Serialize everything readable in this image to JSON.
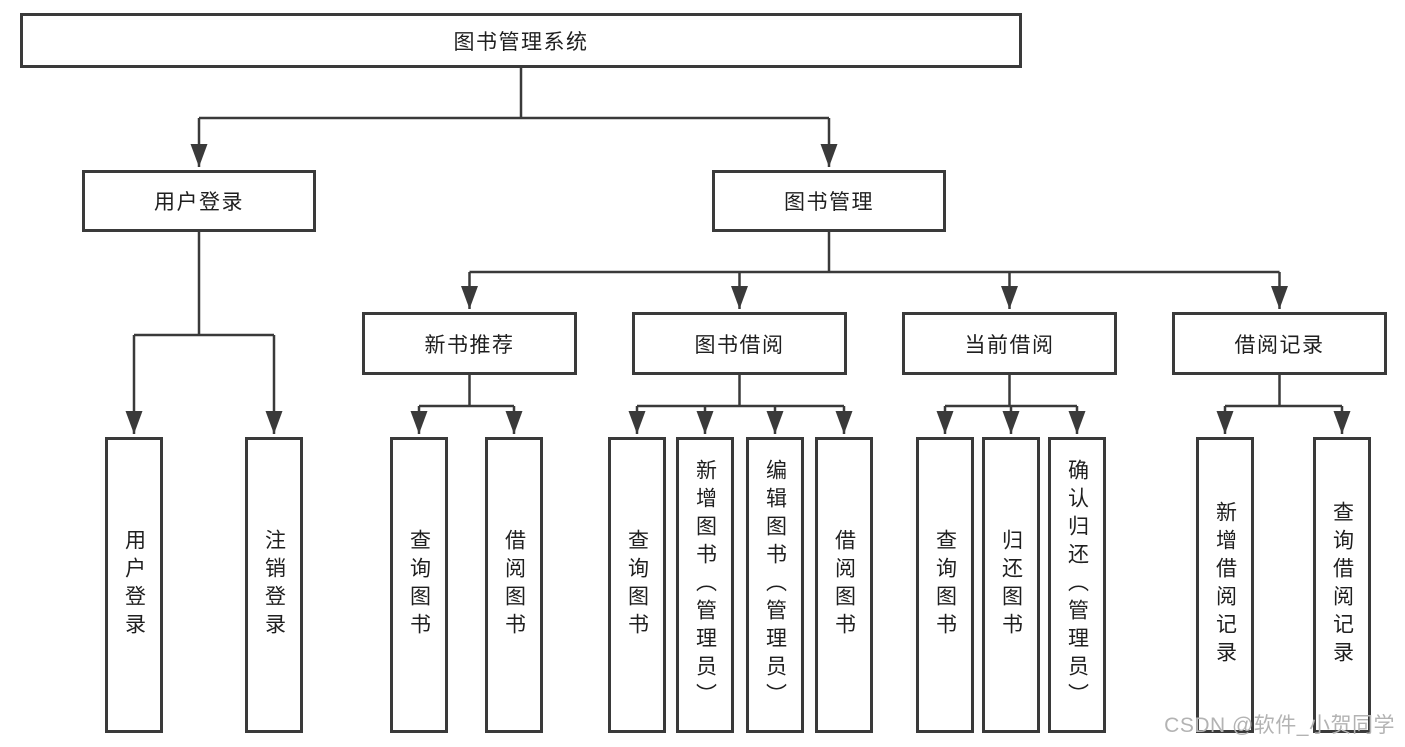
{
  "diagram": {
    "root": {
      "label": "图书管理系统"
    },
    "branches": [
      {
        "label": "用户登录",
        "children": [
          {
            "label": "用户登录"
          },
          {
            "label": "注销登录"
          }
        ]
      },
      {
        "label": "图书管理",
        "groups": [
          {
            "label": "新书推荐",
            "children": [
              {
                "label": "查询图书"
              },
              {
                "label": "借阅图书"
              }
            ]
          },
          {
            "label": "图书借阅",
            "children": [
              {
                "label": "查询图书"
              },
              {
                "label": "新增图书（管理员）"
              },
              {
                "label": "编辑图书（管理员）"
              },
              {
                "label": "借阅图书"
              }
            ]
          },
          {
            "label": "当前借阅",
            "children": [
              {
                "label": "查询图书"
              },
              {
                "label": "归还图书"
              },
              {
                "label": "确认归还（管理员）"
              }
            ]
          },
          {
            "label": "借阅记录",
            "children": [
              {
                "label": "新增借阅记录"
              },
              {
                "label": "查询借阅记录"
              }
            ]
          }
        ]
      }
    ],
    "watermark": "CSDN @软件_小贺同学",
    "colors": {
      "line": "#3a3a3a",
      "text": "#1f1f1f",
      "background": "#ffffff",
      "watermark": "#b3b3b3"
    }
  }
}
